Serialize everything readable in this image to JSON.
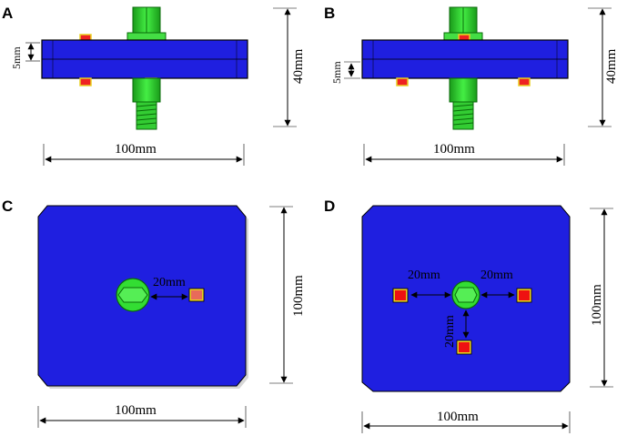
{
  "panels": {
    "a": {
      "label": "A",
      "plate_thickness": "5mm",
      "height": "40mm",
      "width": "100mm"
    },
    "b": {
      "label": "B",
      "plate_thickness": "5mm",
      "height": "40mm",
      "width": "100mm"
    },
    "c": {
      "label": "C",
      "spacing": "20mm",
      "height": "100mm",
      "width": "100mm"
    },
    "d": {
      "label": "D",
      "spacing_left": "20mm",
      "spacing_right": "20mm",
      "spacing_down": "20mm",
      "height": "100mm",
      "width": "100mm"
    }
  },
  "colors": {
    "plate": "#1f1fe0",
    "bolt": "#33dd33",
    "nut": "#ee2222",
    "washer": "#e8d020"
  }
}
